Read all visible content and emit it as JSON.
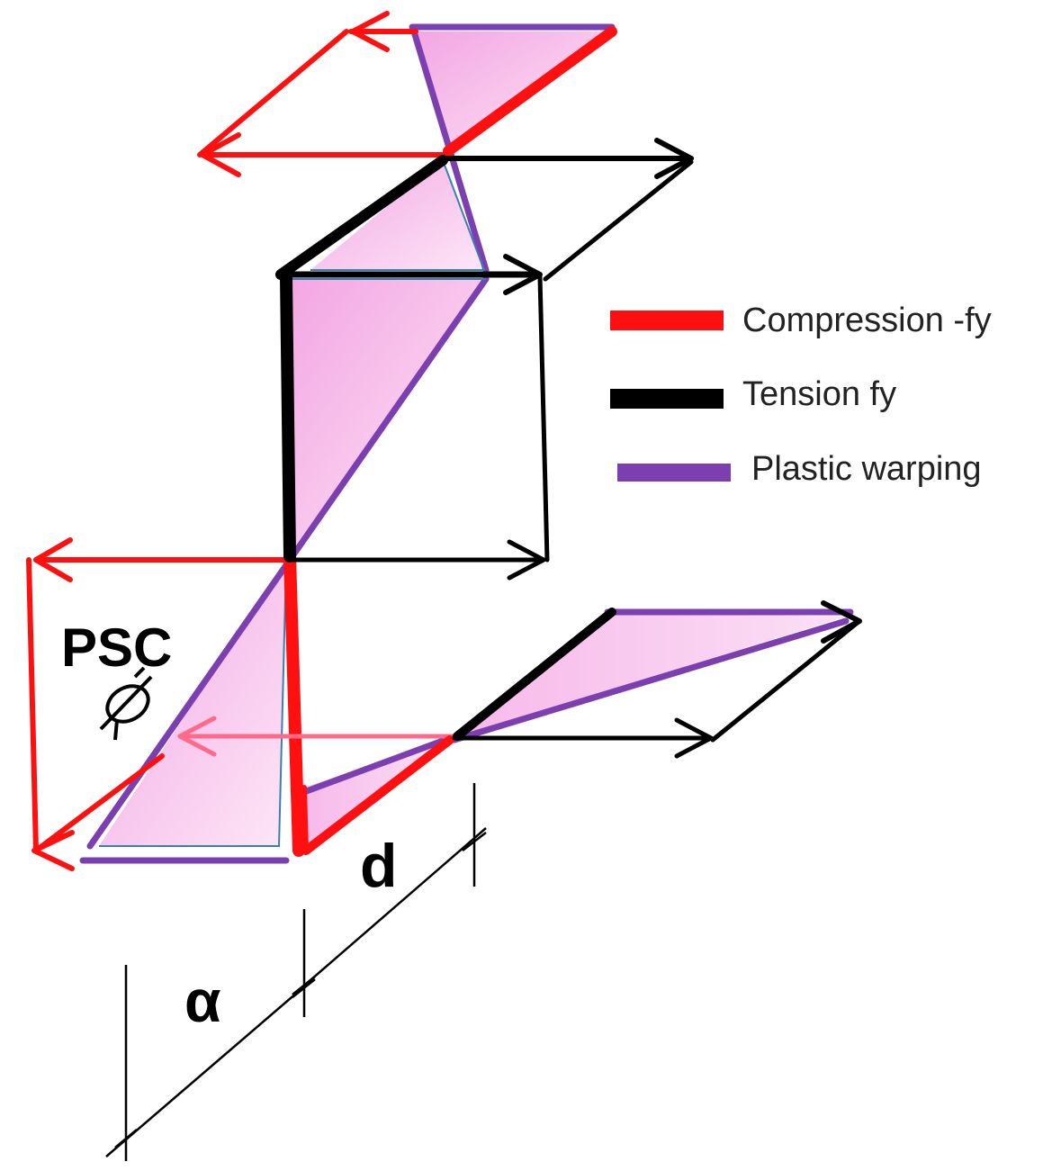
{
  "legend": {
    "items": [
      {
        "label": "Compression -fy",
        "color": "#ff1010"
      },
      {
        "label": "Tension fy",
        "color": "#000000"
      },
      {
        "label": "Plastic warping",
        "color": "#7b3fb0"
      }
    ]
  },
  "labels": {
    "psc": "PSC",
    "d": "d",
    "alpha": "α"
  },
  "colors": {
    "compression": "#ff1010",
    "tension": "#000000",
    "warping": "#7b3fb0",
    "fill": "#f6b0e6"
  }
}
